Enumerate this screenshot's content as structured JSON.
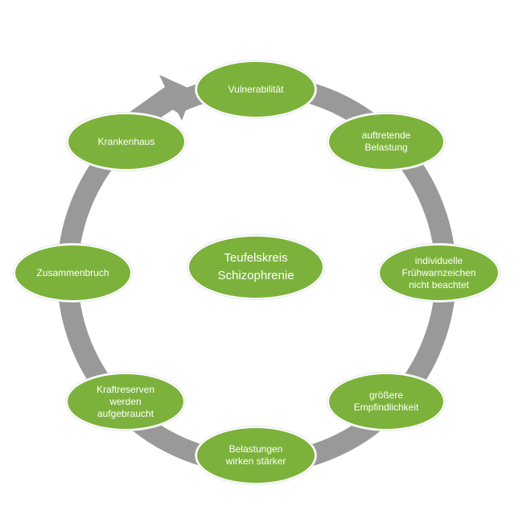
{
  "center_label": "Teufelskreis\nSchizophrenie",
  "nodes": [
    "Vulnerabilität",
    "auftretende\nBelastung",
    "individuelle\nFrühwarnzeichen\nnicht beachtet",
    "größere\nEmpfindlichkeit",
    "Belastungen\nwirken stärker",
    "Kraftreserven\nwerden\naufgebraucht",
    "Zusammenbruch",
    "Krankenhaus"
  ],
  "colors": {
    "node_fill": "#7cb23b",
    "ring": "#999999",
    "text": "#ffffff"
  }
}
